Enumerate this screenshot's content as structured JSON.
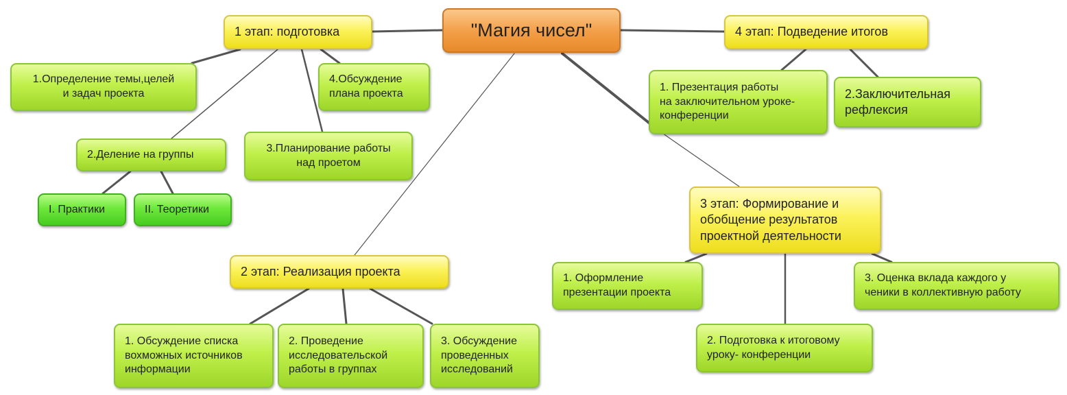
{
  "root": "\"Магия чисел\"",
  "stage1": {
    "title": "1 этап: подготовка",
    "items": [
      "1.Определение темы,целей\nи задач проекта",
      "2.Деление на группы",
      "3.Планирование работы\nнад проетом",
      "4.Обсуждение\nплана проекта"
    ],
    "groups": [
      "I. Практики",
      "II. Теоретики"
    ]
  },
  "stage2": {
    "title": "2 этап:   Реализация проекта",
    "items": [
      "1. Обсуждение списка\n вохможных источников\n информации",
      "2. Проведение\n исследовательской\nработы в группах",
      "3. Обсуждение\n проведенных\n исследований"
    ]
  },
  "stage3": {
    "title": "3 этап: Формирование и\nобобщение результатов\nпроектной деятельности",
    "items": [
      "1. Оформление\nпрезентации проекта",
      "2. Подготовка к итоговому\nуроку- конференции",
      "3. Оценка вклада каждого у\nченики в коллективную работу"
    ]
  },
  "stage4": {
    "title": "4 этап: Подведение итогов",
    "items": [
      "1. Презентация работы\nна заключительном уроке-\nконференции",
      "2.Заключительная\nрефлексия"
    ]
  }
}
